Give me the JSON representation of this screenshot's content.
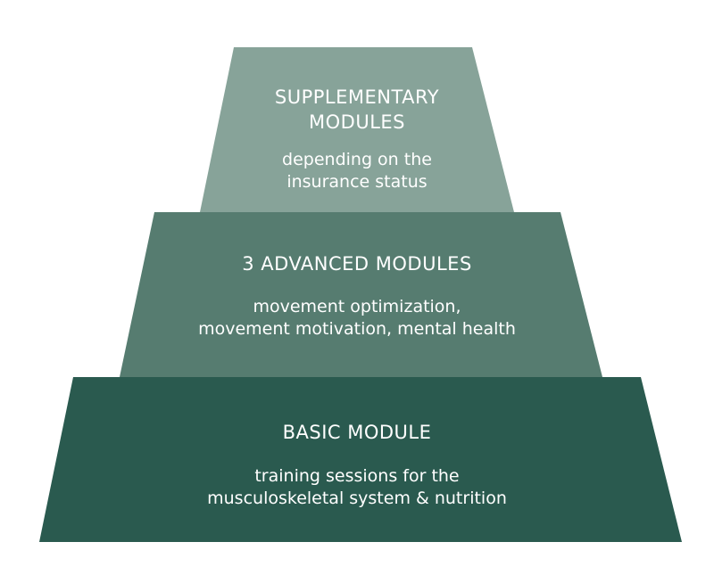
{
  "diagram": {
    "tiers": [
      {
        "id": "supplementary",
        "title": "SUPPLEMENTARY\nMODULES",
        "description": "depending on the\ninsurance status",
        "color": "#87a399"
      },
      {
        "id": "advanced",
        "title": "3 ADVANCED MODULES",
        "description": "movement optimization,\nmovement motivation, mental health",
        "color": "#567c70"
      },
      {
        "id": "basic",
        "title": "BASIC MODULE",
        "description": "training sessions for the\nmusculoskeletal system & nutrition",
        "color": "#2a5a4f"
      }
    ]
  }
}
